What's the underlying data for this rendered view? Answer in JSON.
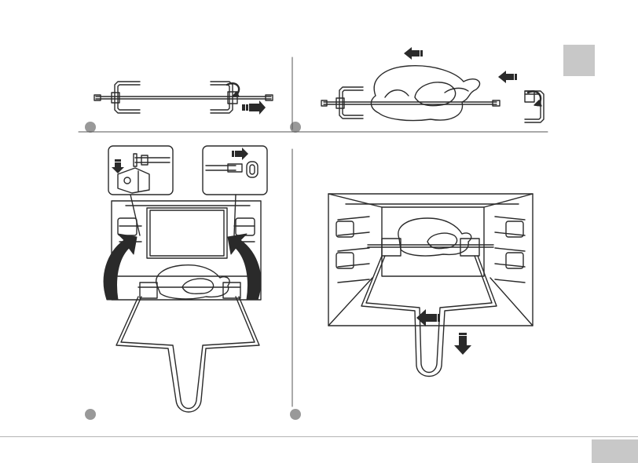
{
  "colors": {
    "line": "#2a2a2a",
    "marker": "#999999",
    "tab": "#c8c8c8",
    "divider": "#b4b4b4"
  },
  "icons": {
    "language_tab": "grey-square-tab",
    "page_tab": "grey-rectangle-tab",
    "step_markers": [
      "grey-circle",
      "grey-circle",
      "grey-circle",
      "grey-circle"
    ],
    "arrows": [
      "arrow-right",
      "arrow-left",
      "arrow-left",
      "arrow-down",
      "arrow-right",
      "arrow-left",
      "arrow-down",
      "curved-arrow-up"
    ]
  },
  "figures": [
    "rotisserie-spit-assembly",
    "chicken-on-spit",
    "installing-spit-in-oven",
    "removing-spit-with-handle"
  ]
}
